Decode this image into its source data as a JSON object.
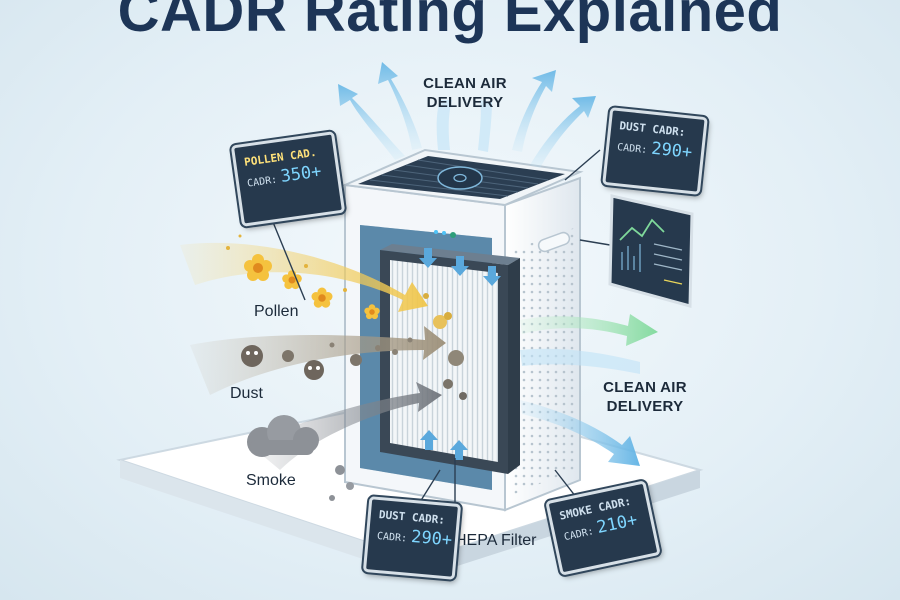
{
  "title": "CADR Rating Explained",
  "labels": {
    "clean_air_top": [
      "CLEAN AIR",
      "DELIVERY"
    ],
    "clean_air_right": [
      "CLEAN AIR",
      "DELIVERY"
    ],
    "pollen": "Pollen",
    "dust": "Dust",
    "smoke": "Smoke",
    "hepa": "HEPA Filter"
  },
  "panels": {
    "pollen": {
      "title": "POLLEN CAD.",
      "label": "CADR:",
      "value": "350+"
    },
    "dust_top": {
      "title": "DUST CADR:",
      "label": "CADR:",
      "value": "290+"
    },
    "dust_bottom": {
      "title": "DUST CADR:",
      "label": "CADR:",
      "value": "290+"
    },
    "smoke": {
      "title": "SMOKE CADR:",
      "label": "CADR:",
      "value": "210+"
    }
  },
  "colors": {
    "title": "#1d3557",
    "pollen_stream": "#f0c64a",
    "dust_stream": "#a89a82",
    "smoke_stream": "#7d8187",
    "clean_air": "#7cc4ea",
    "clean_air_green": "#8fe0a8",
    "panel_bg": "#26394d",
    "panel_value": "#7fd6ff"
  },
  "icons": [
    "pollen-flower-icon",
    "dust-particle-icon",
    "smoke-cloud-icon",
    "power-button-icon",
    "chart-display-icon"
  ]
}
